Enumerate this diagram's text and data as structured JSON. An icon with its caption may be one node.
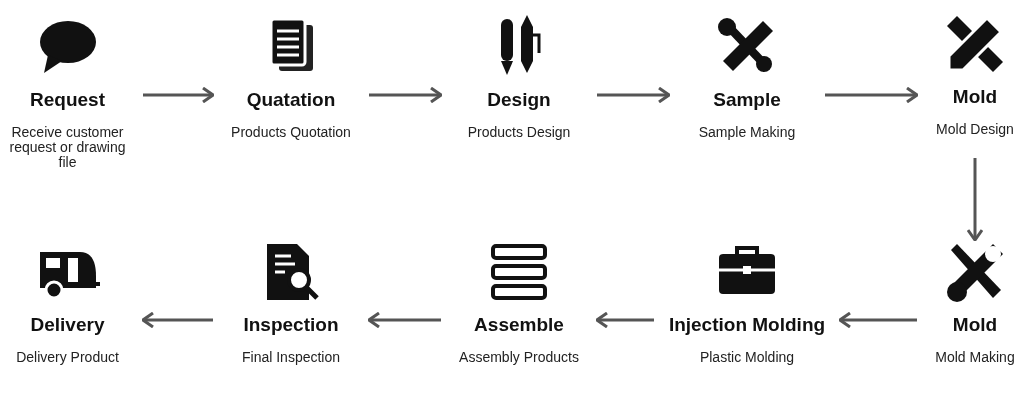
{
  "diagram": {
    "nodes": [
      {
        "text": [
          "Request",
          "Receive customer request or drawing file"
        ]
      },
      {
        "text": [
          "Quatation",
          "Products Quotation"
        ]
      },
      {
        "text": [
          "Design",
          "Products Design"
        ]
      },
      {
        "text": [
          "Sample",
          "Sample Making"
        ]
      },
      {
        "text": [
          "Mold",
          "Mold Design"
        ]
      },
      {
        "text": [
          "Mold",
          "Mold Making"
        ]
      },
      {
        "text": [
          "Injection Molding",
          "Plastic Molding"
        ]
      },
      {
        "text": [
          "Assemble",
          "Assembly Products"
        ]
      },
      {
        "text": [
          "Inspection",
          "Final Inspection"
        ]
      },
      {
        "text": [
          "Delivery",
          "Delivery Product"
        ]
      }
    ],
    "edges": [
      {
        "from": 0,
        "to": 1,
        "arrow": "to"
      },
      {
        "from": 1,
        "to": 2,
        "arrow": "to"
      },
      {
        "from": 2,
        "to": 3,
        "arrow": "to"
      },
      {
        "from": 3,
        "to": 4,
        "arrow": "to"
      },
      {
        "from": 4,
        "to": 5,
        "arrow": "to"
      },
      {
        "from": 5,
        "to": 6,
        "arrow": "to"
      },
      {
        "from": 6,
        "to": 7,
        "arrow": "to"
      },
      {
        "from": 7,
        "to": 8,
        "arrow": "to"
      },
      {
        "from": 8,
        "to": 9,
        "arrow": "to"
      }
    ]
  }
}
